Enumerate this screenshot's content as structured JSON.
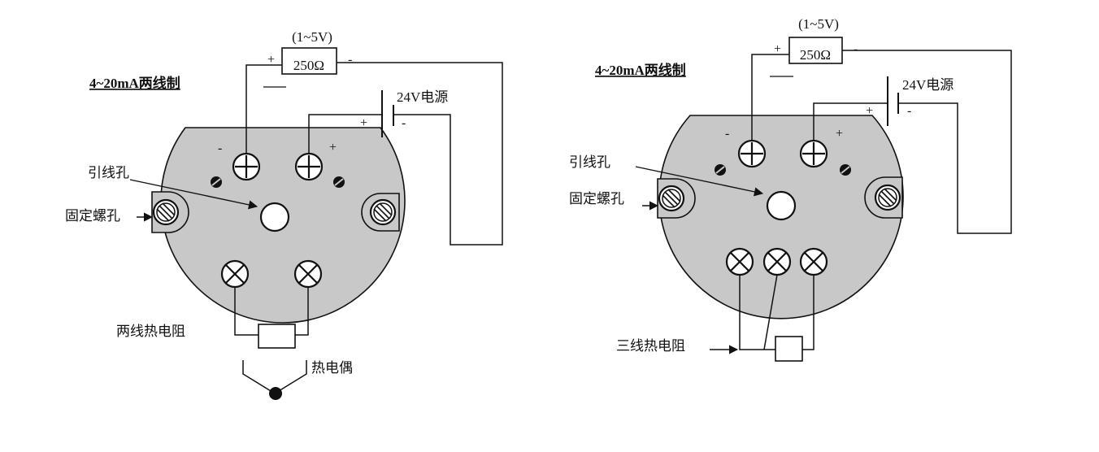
{
  "left": {
    "title": "4~20mA两线制",
    "voltage_label": "(1~5V)",
    "resistor_label": "250Ω",
    "power_label": "24V电源",
    "plus": "+",
    "minus": "-",
    "lead_hole_label": "引线孔",
    "fixing_hole_label": "固定螺孔",
    "rtd_label": "两线热电阻",
    "thermocouple_label": "热电偶"
  },
  "right": {
    "title": "4~20mA两线制",
    "voltage_label": "(1~5V)",
    "resistor_label": "250Ω",
    "power_label": "24V电源",
    "plus": "+",
    "minus": "-",
    "lead_hole_label": "引线孔",
    "fixing_hole_label": "固定螺孔",
    "rtd_label": "三线热电阻"
  }
}
